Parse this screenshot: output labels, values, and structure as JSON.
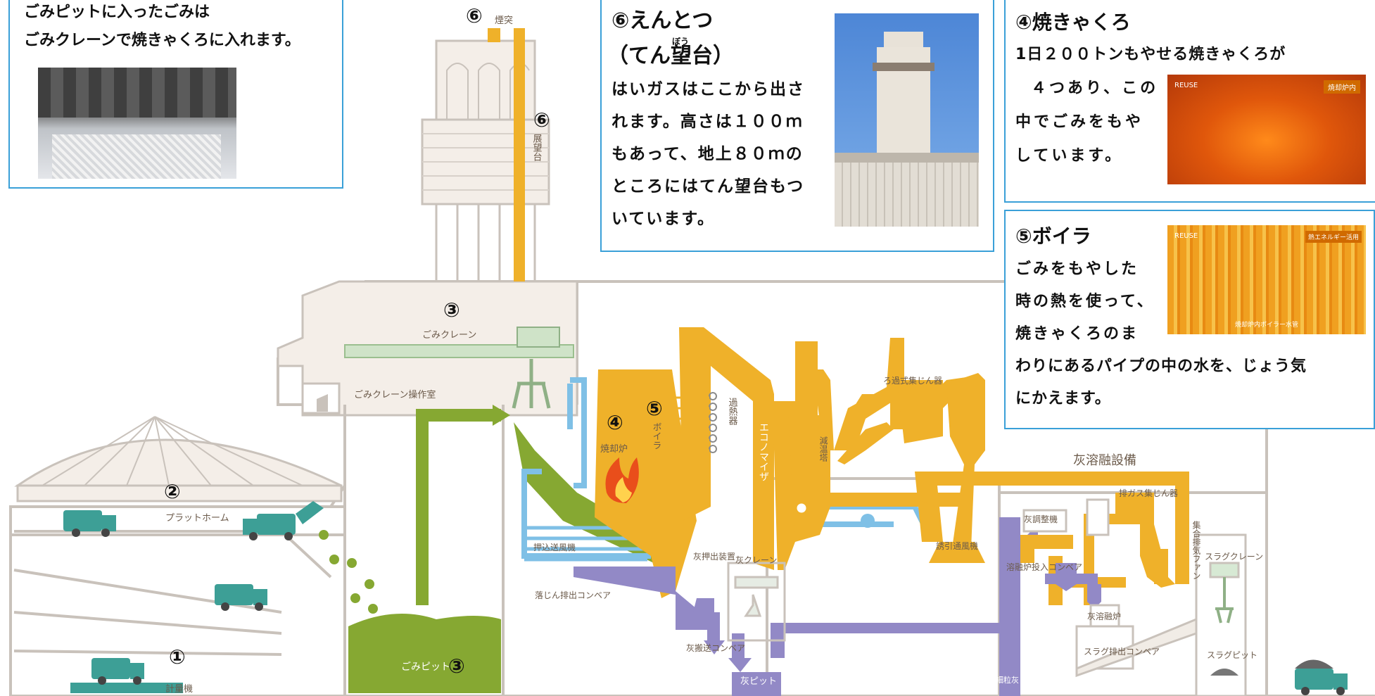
{
  "panels": {
    "pit": {
      "line1": "ごみピットに入ったごみは",
      "line2": "ごみクレーンで焼きゃくろに入れます。"
    },
    "chimney": {
      "title": "⑥えんとつ",
      "title2": "（てん望台）",
      "ruby": "ぼう",
      "body": [
        "はいガスはここから出さ",
        "れます。高さは１００ｍ",
        "もあって、地上８０ｍの",
        "ところにはてん望台もつ",
        "いています。"
      ]
    },
    "incinerator": {
      "title": "④焼きゃくろ",
      "body": [
        "1日２００トンもやせる焼きゃくろが",
        "４つあり、この",
        "中でごみをもや",
        "しています。"
      ],
      "photo_logo": "REUSE",
      "photo_tag": "焼却炉内"
    },
    "boiler": {
      "title": "⑤ボイラ",
      "body_short": [
        "ごみをもやした",
        "時の熱を使って、",
        "焼きゃくろのま"
      ],
      "body_long": [
        "わりにあるパイプの中の水を、じょう気",
        "にかえます。"
      ],
      "photo_logo": "REUSE",
      "photo_tag": "熱エネルギー活用",
      "photo_caption": "焼却炉内ボイラー水管"
    }
  },
  "labels": {
    "chimney_small": "煙突",
    "observatory": "展望台",
    "crane": "ごみクレーン",
    "crane_room": "ごみクレーン操作室",
    "platform": "プラットホーム",
    "scale": "計量機",
    "pit": "ごみピット",
    "incinerator": "焼却炉",
    "boiler": "ボイラ",
    "superheater": "過熱器",
    "economizer": "エコノマイザ",
    "cooling_tower": "減温塔",
    "bag_filter": "ろ過式集じん器",
    "push_fan": "押込送風機",
    "ash_push": "灰押出装置",
    "dust_conveyor": "落じん排出コンベア",
    "ash_transport": "灰搬送コンベア",
    "ash_crane": "灰クレーン",
    "ash_pit": "灰ピット",
    "induced_fan": "誘引通風機",
    "ash_melting_facility": "灰溶融設備",
    "ash_conditioner": "灰調整機",
    "melting_conveyor": "溶融炉投入コンベア",
    "exhaust_filter": "排ガス集じん器",
    "collective_fan": "集合排気ファン",
    "fine_ash_pit": "細粒灰ピット",
    "ash_melting_furnace": "灰溶融炉",
    "slag_conveyor": "スラグ排出コンベア",
    "slag_crane": "スラグクレーン",
    "slag_pit": "スラグピット"
  },
  "markers": {
    "m1": "①",
    "m2": "②",
    "m3": "③",
    "m4": "④",
    "m5": "⑤",
    "m6": "⑥"
  },
  "colors": {
    "building": "#c9c2bb",
    "building_fill": "#f4eee8",
    "orange": "#efb12a",
    "green": "#86a832",
    "blue": "#7fc0e6",
    "purple": "#9289c6",
    "truck": "#3d9f96",
    "panel_border": "#3aa0d8"
  }
}
